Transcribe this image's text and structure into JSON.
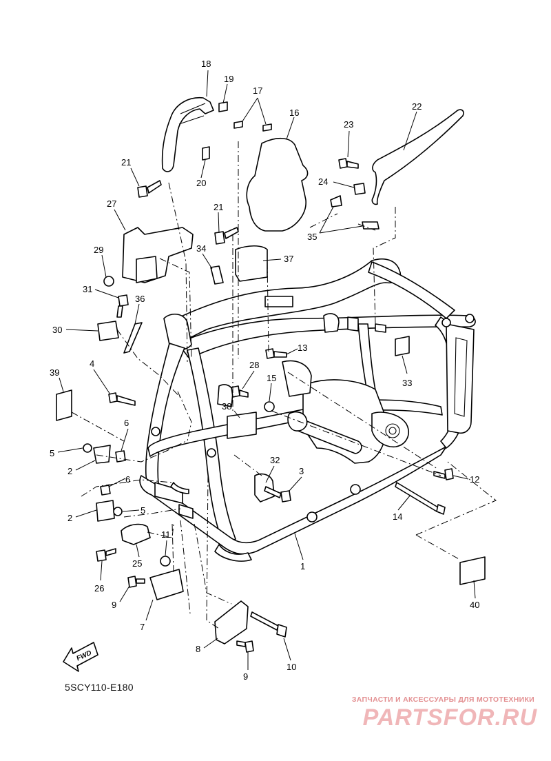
{
  "diagram_code": "5SCY110-E180",
  "fwd_label": "FWD",
  "watermark": {
    "tagline": "ЗАПЧАСТИ И АКСЕССУАРЫ ДЛЯ МОТОТЕХНИКИ",
    "brand": "PARTSFOR.RU",
    "color": "#e38f91"
  },
  "callouts": [
    "18",
    "19",
    "17",
    "16",
    "22",
    "23",
    "21",
    "20",
    "24",
    "27",
    "21",
    "35",
    "29",
    "34",
    "37",
    "31",
    "36",
    "30",
    "13",
    "4",
    "28",
    "15",
    "33",
    "39",
    "38",
    "6",
    "5",
    "32",
    "2",
    "6",
    "3",
    "12",
    "2",
    "5",
    "14",
    "11",
    "25",
    "1",
    "26",
    "9",
    "7",
    "40",
    "8",
    "10",
    "9"
  ]
}
